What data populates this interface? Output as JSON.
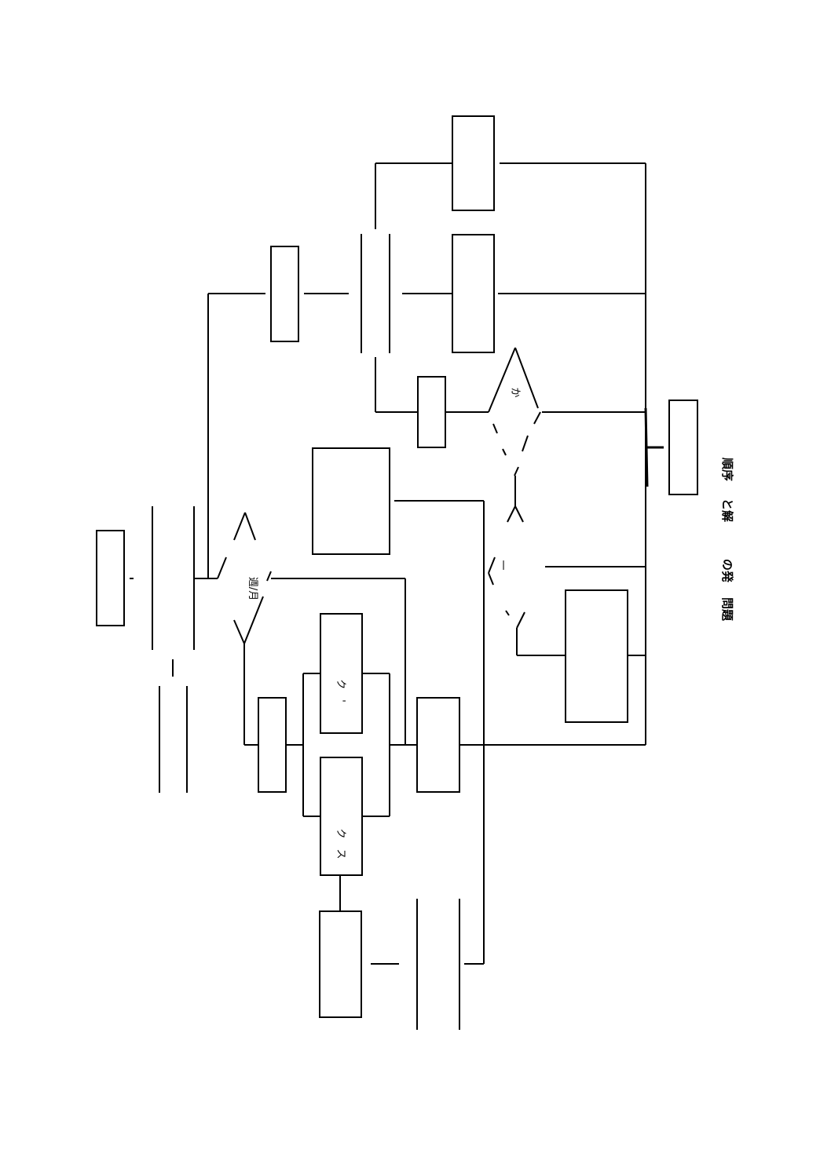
{
  "diagram": {
    "title": "問題の発見と解決の順序",
    "title_parts": [
      "問題",
      "の発",
      "と解",
      "順序"
    ],
    "labels": {
      "decision_left": "週/月",
      "decision_right_top": "か",
      "decision_right_mid": "一",
      "process_upper": "ク　'",
      "process_lower": "ク　ス"
    }
  }
}
